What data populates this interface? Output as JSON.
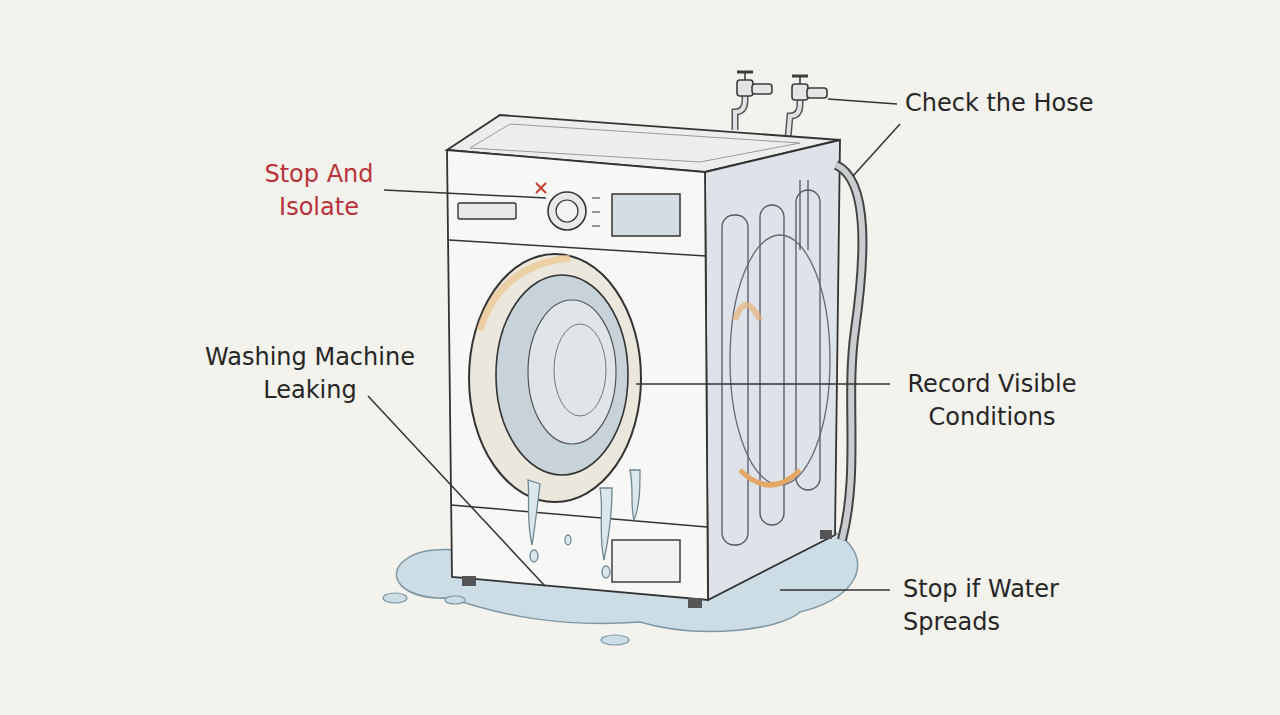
{
  "diagram": {
    "labels": [
      "Stop And Isolate",
      "Check the Hose",
      "Washing Machine Leaking",
      "Record Visible Conditions",
      "Stop if Water Spreads"
    ]
  }
}
